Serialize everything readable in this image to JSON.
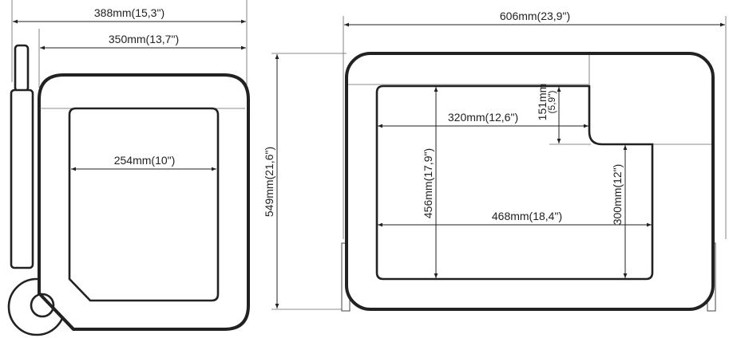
{
  "side_view": {
    "overall_width": "388mm(15,3\")",
    "body_width": "350mm(13,7\")",
    "inner_width": "254mm(10\")"
  },
  "top_view": {
    "overall_width": "606mm(23,9\")",
    "overall_depth": "549mm(21,6\")",
    "upper_inner_width": "320mm(12,6\")",
    "step_depth_mm": "151mm",
    "step_depth_in": "(5,9\")",
    "inner_depth": "456mm(17,9\")",
    "inner_width": "468mm(18,4\")",
    "lower_inner_depth": "300mm(12\")"
  }
}
